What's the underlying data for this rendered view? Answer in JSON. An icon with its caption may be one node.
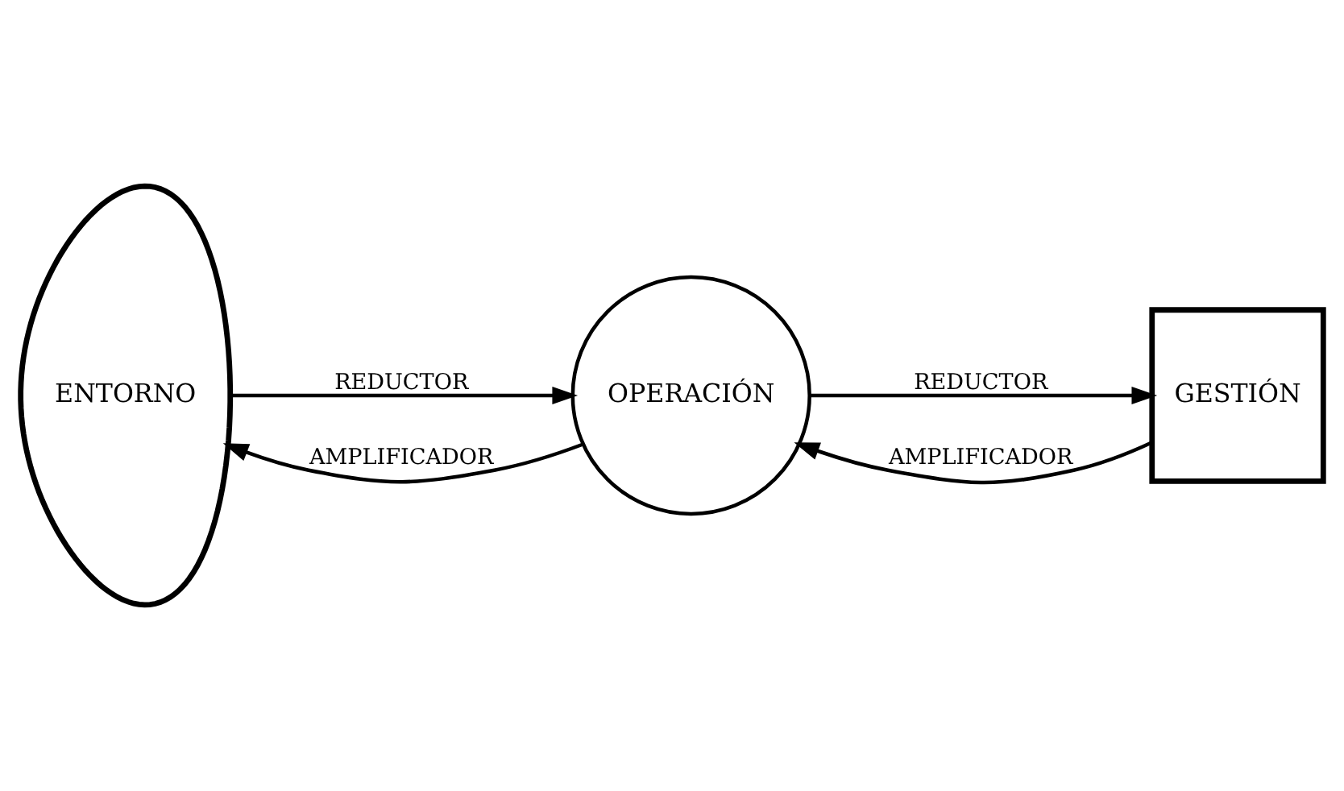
{
  "diagram": {
    "nodes": [
      {
        "text": [
          "ENTORNO"
        ]
      },
      {
        "text": [
          "OPERACIÓN"
        ]
      },
      {
        "text": [
          "GESTIÓN"
        ]
      }
    ],
    "edges": [
      {
        "from": 2,
        "to": 1,
        "arrow": "to",
        "label": "AMPLIFICADOR"
      },
      {
        "from": 1,
        "to": 2,
        "arrow": "to",
        "label": "REDUCTOR"
      },
      {
        "from": 1,
        "to": 0,
        "arrow": "to",
        "label": "AMPLIFICADOR"
      },
      {
        "from": 0,
        "to": 1,
        "arrow": "to",
        "label": "REDUCTOR"
      }
    ]
  }
}
